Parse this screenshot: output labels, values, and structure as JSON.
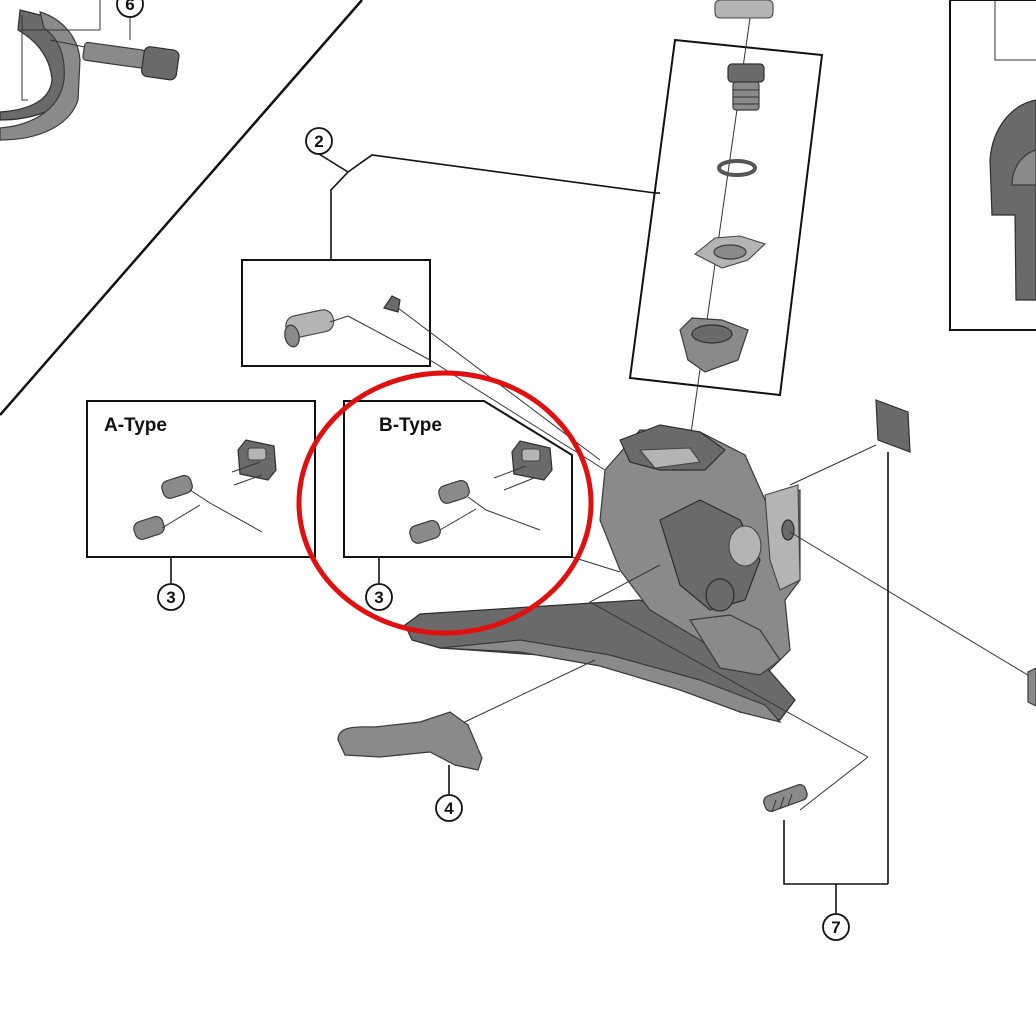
{
  "diagram": {
    "callouts": [
      "2",
      "3",
      "3",
      "4",
      "6",
      "7"
    ],
    "box_labels": {
      "a_type": "A-Type",
      "b_type": "B-Type"
    },
    "highlight_color": "#e01010",
    "part_color": "#8a8a8a"
  }
}
